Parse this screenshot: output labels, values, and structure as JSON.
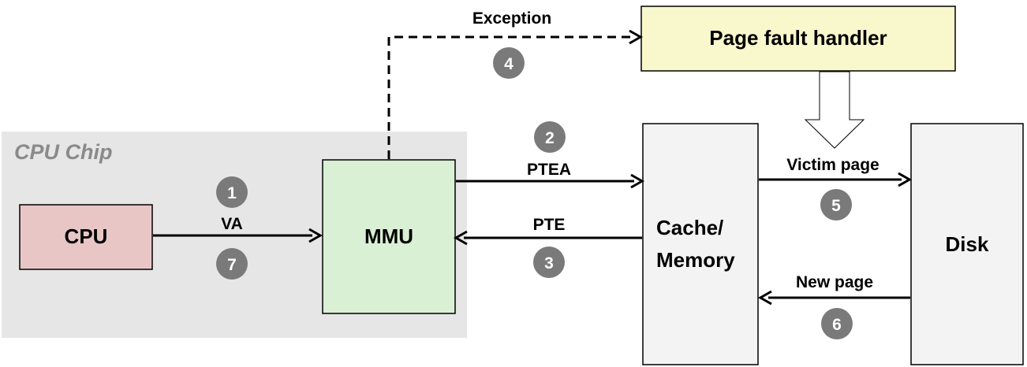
{
  "chip": {
    "title": "CPU Chip"
  },
  "boxes": {
    "cpu": "CPU",
    "mmu": "MMU",
    "cache_line1": "Cache/",
    "cache_line2": "Memory",
    "disk": "Disk",
    "handler": "Page fault handler"
  },
  "arrows": {
    "va": "VA",
    "ptea": "PTEA",
    "pte": "PTE",
    "exception": "Exception",
    "victim_page": "Victim page",
    "new_page": "New page"
  },
  "steps": [
    "1",
    "2",
    "3",
    "4",
    "5",
    "6",
    "7"
  ],
  "colors": {
    "chip_bg": "#e6e6e6",
    "cpu_fill": "#e9c6c6",
    "mmu_fill": "#d9f0d4",
    "handler_fill": "#f9f7cc",
    "memory_fill": "#f3f3f3",
    "step_badge": "#7a7a7a"
  }
}
